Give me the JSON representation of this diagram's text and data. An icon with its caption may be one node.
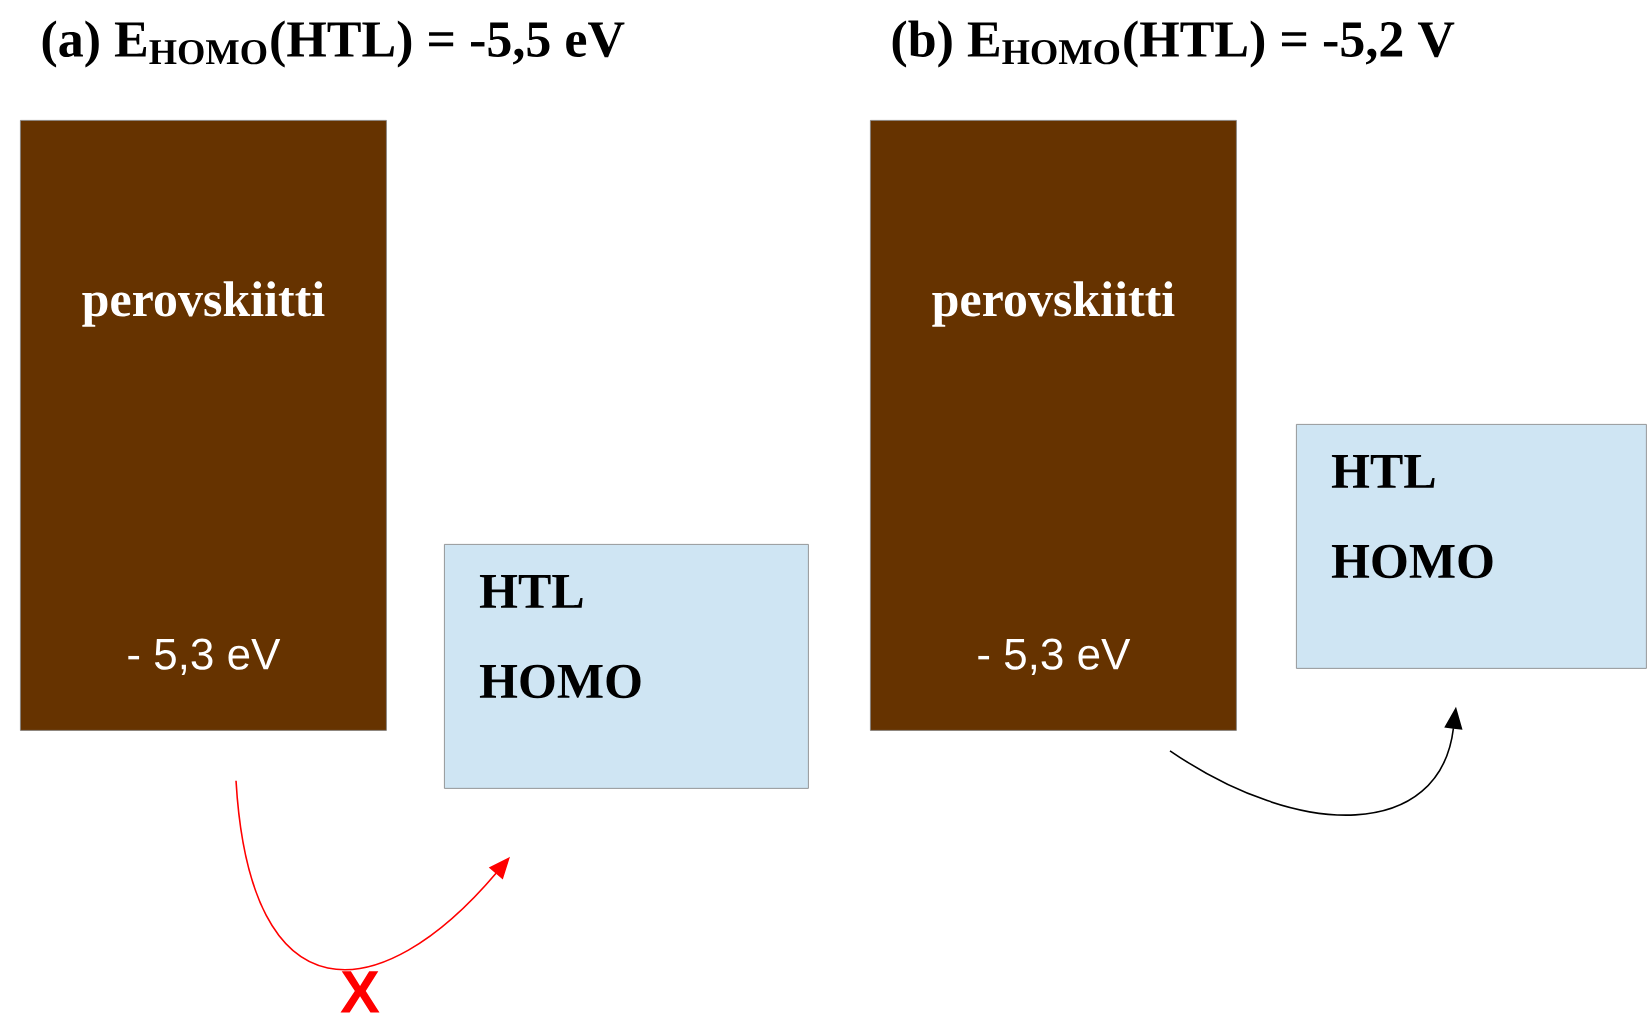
{
  "diagram": {
    "nodes": [
      {
        "text": [
          "perovskiitti",
          "- 5,3 eV"
        ]
      },
      {
        "text": [
          "HTL HOMO"
        ]
      },
      {
        "text": [
          "perovskiitti",
          "- 5,3 eV"
        ]
      },
      {
        "text": [
          "HTL HOMO"
        ]
      }
    ],
    "edges": [
      {
        "from": 0,
        "to": 1,
        "arrow": "to",
        "label": "X",
        "color": "#ff0000"
      },
      {
        "from": 2,
        "to": 3,
        "arrow": "to",
        "color": "#000000"
      }
    ],
    "labels": [
      "(a) E$_{HOMO}$(HTL) = -5,5 eV",
      "(b) E$_{HOMO}$(HTL) = -5,2 V"
    ]
  }
}
